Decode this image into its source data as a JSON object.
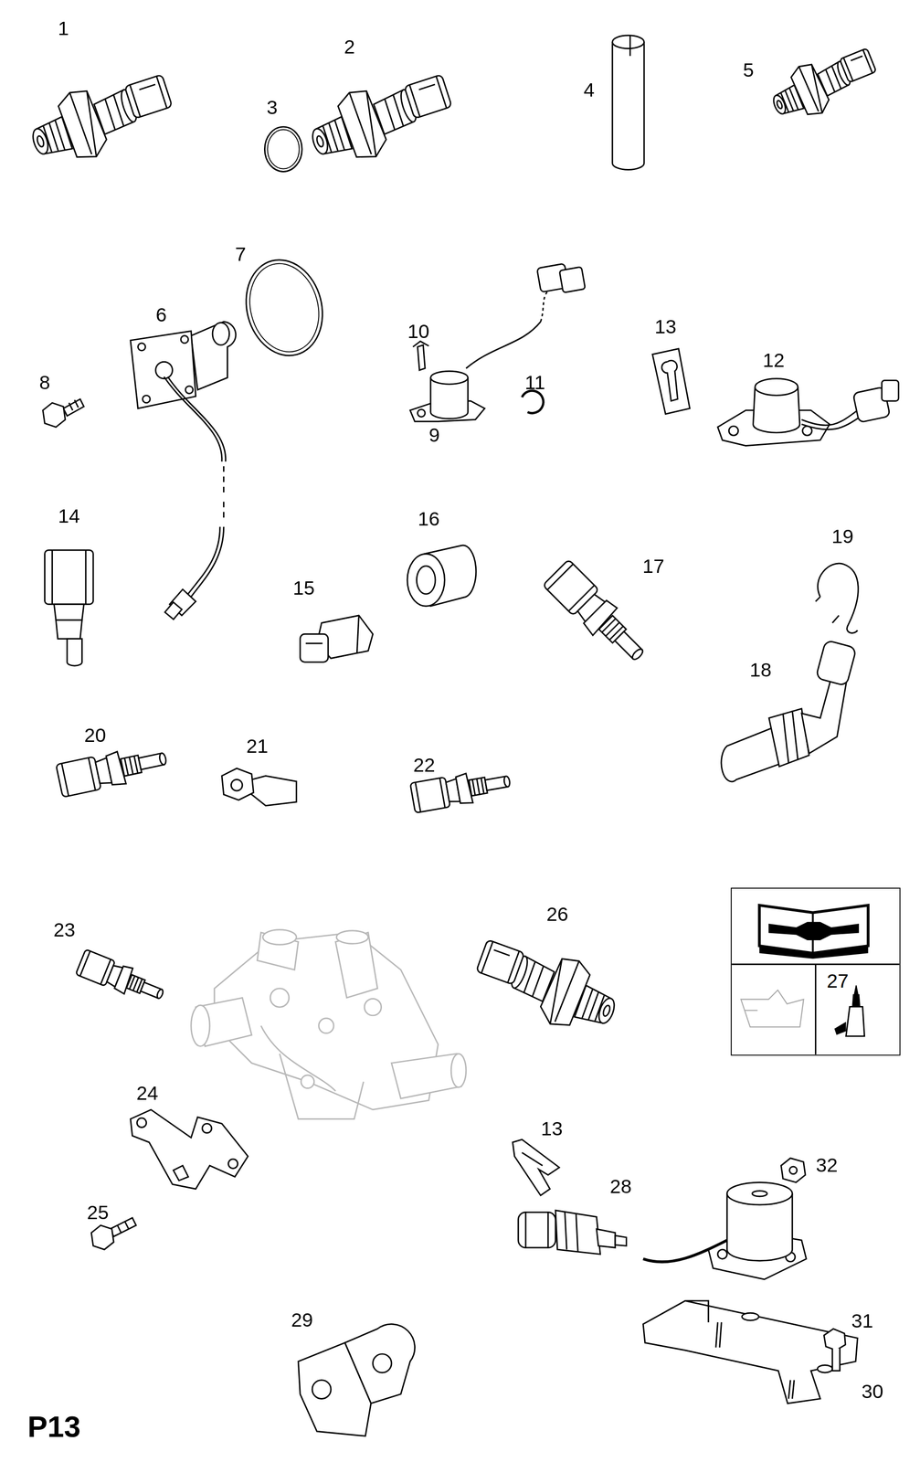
{
  "diagram": {
    "nodes": [
      {
        "text": [
          "27"
        ]
      }
    ],
    "labels": [
      "1",
      "2",
      "3",
      "4",
      "5",
      "7",
      "6",
      "10",
      "13",
      "12",
      "8",
      "11",
      "9",
      "14",
      "16",
      "19",
      "15",
      "17",
      "18",
      "20",
      "21",
      "22",
      "23",
      "26",
      "24",
      "13",
      "32",
      "28",
      "25",
      "29",
      "31",
      "30",
      "P13"
    ]
  }
}
